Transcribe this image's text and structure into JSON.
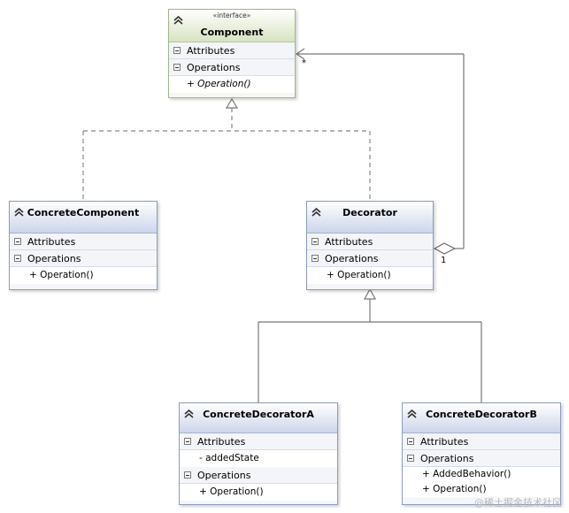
{
  "classes": {
    "component": {
      "stereotype": "«interface»",
      "name": "Component",
      "attributes_label": "Attributes",
      "operations_label": "Operations",
      "operations": [
        "+ Operation()"
      ]
    },
    "concrete_component": {
      "name": "ConcreteComponent",
      "attributes_label": "Attributes",
      "operations_label": "Operations",
      "operations": [
        "+ Operation()"
      ]
    },
    "decorator": {
      "name": "Decorator",
      "attributes_label": "Attributes",
      "operations_label": "Operations",
      "operations": [
        "+ Operation()"
      ]
    },
    "concrete_decorator_a": {
      "name": "ConcreteDecoratorA",
      "attributes_label": "Attributes",
      "attributes": [
        "- addedState"
      ],
      "operations_label": "Operations",
      "operations": [
        "+ Operation()"
      ]
    },
    "concrete_decorator_b": {
      "name": "ConcreteDecoratorB",
      "attributes_label": "Attributes",
      "operations_label": "Operations",
      "operations": [
        "+ AddedBehavior()",
        "+ Operation()"
      ]
    }
  },
  "aggregation": {
    "multiplicity_component_end": "*",
    "multiplicity_decorator_end": "1"
  },
  "watermark": "@稀土掘金技术社区"
}
